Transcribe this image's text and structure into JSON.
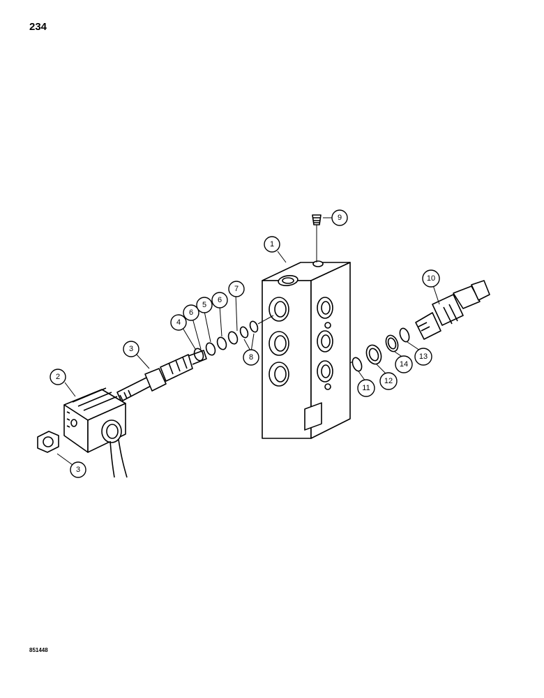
{
  "header": {
    "page_number": "234"
  },
  "footer": {
    "drawing_code": "851448"
  },
  "callouts": [
    {
      "id": "c1",
      "label": "1"
    },
    {
      "id": "c2",
      "label": "2"
    },
    {
      "id": "c3a",
      "label": "3"
    },
    {
      "id": "c3b",
      "label": "3"
    },
    {
      "id": "c4",
      "label": "4"
    },
    {
      "id": "c5",
      "label": "5"
    },
    {
      "id": "c6a",
      "label": "6"
    },
    {
      "id": "c6b",
      "label": "6"
    },
    {
      "id": "c7",
      "label": "7"
    },
    {
      "id": "c8",
      "label": "8"
    },
    {
      "id": "c9",
      "label": "9"
    },
    {
      "id": "c10",
      "label": "10"
    },
    {
      "id": "c11",
      "label": "11"
    },
    {
      "id": "c12",
      "label": "12"
    },
    {
      "id": "c13",
      "label": "13"
    },
    {
      "id": "c14",
      "label": "14"
    }
  ]
}
